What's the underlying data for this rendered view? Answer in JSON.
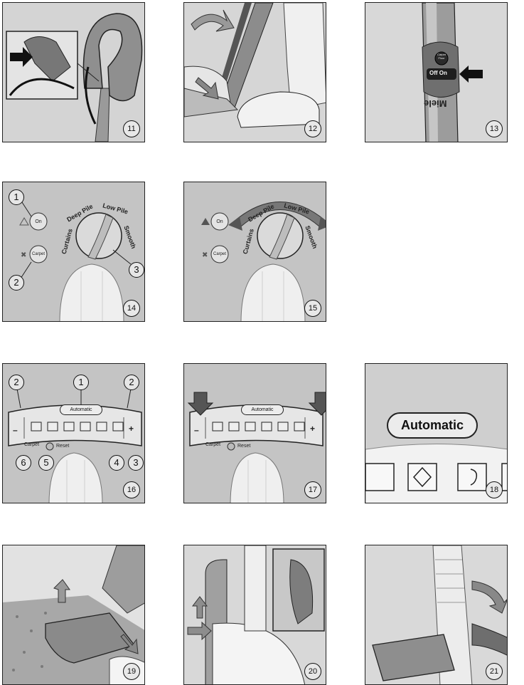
{
  "figures": [
    {
      "id": "p11",
      "number": "11"
    },
    {
      "id": "p12",
      "number": "12"
    },
    {
      "id": "p13",
      "number": "13"
    },
    {
      "id": "p14",
      "number": "14"
    },
    {
      "id": "p15",
      "number": "15"
    },
    {
      "id": "p16",
      "number": "16"
    },
    {
      "id": "p17",
      "number": "17"
    },
    {
      "id": "p18",
      "number": "18"
    },
    {
      "id": "p19",
      "number": "19"
    },
    {
      "id": "p20",
      "number": "20"
    },
    {
      "id": "p21",
      "number": "21"
    }
  ],
  "handle_switch": {
    "brand": "Miele",
    "off_on": "Off On",
    "small_button": "Carpet Floor"
  },
  "control_panel_14": {
    "on_button": "On",
    "carpet_button": "Carpet",
    "dial_labels": [
      "Curtains",
      "Deep Pile",
      "Low Pile",
      "Smooth"
    ],
    "callouts": [
      "1",
      "2",
      "3"
    ]
  },
  "control_panel_15": {
    "on_button": "On",
    "carpet_button": "Carpet",
    "dial_labels": [
      "Curtains",
      "Deep Pile",
      "Low Pile",
      "Smooth"
    ]
  },
  "control_panel_16": {
    "automatic": "Automatic",
    "minus": "–",
    "plus": "+",
    "carpet": "Carpet",
    "reset": "Reset",
    "callouts": [
      "2",
      "1",
      "2",
      "6",
      "5",
      "4",
      "3"
    ]
  },
  "control_panel_17": {
    "automatic": "Automatic",
    "minus": "–",
    "plus": "+",
    "carpet": "Carpet",
    "reset": "Reset"
  },
  "control_panel_18": {
    "automatic": "Automatic"
  }
}
